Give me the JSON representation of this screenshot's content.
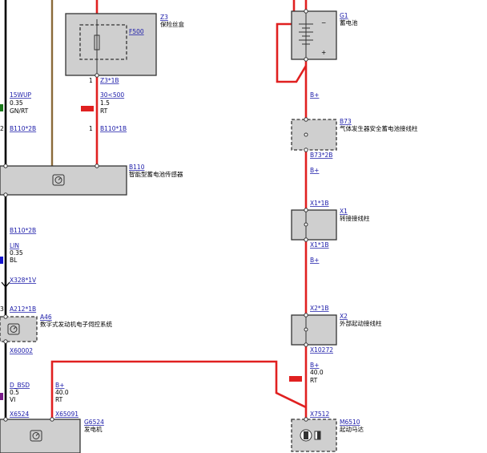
{
  "components": {
    "z3": {
      "id": "Z3",
      "name": "保险丝盒",
      "inner": "F500",
      "pin": "Z3*1B",
      "pin_no": "1"
    },
    "g1": {
      "id": "G1",
      "name": "蓄电池",
      "minus": "−",
      "plus": "+"
    },
    "b73": {
      "id": "B73",
      "name": "气体发生器安全蓄电池接线柱",
      "pin": "B73*2B"
    },
    "x1": {
      "id": "X1",
      "name": "转接接线柱",
      "pin_top": "X1*1B",
      "pin_bottom": "X1*1B"
    },
    "x2": {
      "id": "X2",
      "name": "外部起动接线柱",
      "pin_top": "X2*1B",
      "pin_bottom": "X10272"
    },
    "b110": {
      "id": "B110",
      "name": "智能型蓄电池传感器",
      "pin_a": "B110*2B",
      "pin_b": "B110*1B",
      "pin_a_bottom": "B110*2B",
      "pin_no_a": "2",
      "pin_no_b": "1"
    },
    "a46": {
      "id": "A46",
      "name": "数字式发动机电子伺控系统",
      "pin_top": "A212*1B",
      "pin_bottom": "X60002",
      "pin_no": "3"
    },
    "g6524": {
      "id": "G6524",
      "name": "发电机",
      "pin_a": "X6524",
      "pin_b": "X65091"
    },
    "m6510": {
      "id": "M6510",
      "name": "起动马达",
      "pin": "X7512"
    }
  },
  "wires": {
    "w_15wup": {
      "signal": "15WUP",
      "size": "0.35",
      "color": "GN/RT"
    },
    "w_30": {
      "signal": "30<500",
      "size": "1.5",
      "color": "RT"
    },
    "w_lin": {
      "signal": "LIN",
      "size": "0.35",
      "color": "BL"
    },
    "w_dbsd": {
      "signal": "D_BSD",
      "size": "0.5",
      "color": "VI"
    },
    "w_gen": {
      "signal": "B+",
      "size": "40.0",
      "color": "RT"
    },
    "w_start": {
      "signal": "B+",
      "size": "40.0",
      "color": "RT"
    },
    "b_plus": [
      "B+",
      "B+",
      "B+"
    ]
  },
  "connectors": {
    "x328": "X328*1V"
  },
  "colors": {
    "wire_red": "#e02020",
    "wire_black": "#000000",
    "wire_brown": "#8a6a3a",
    "wire_blue": "#1515d0",
    "wire_violet": "#7a1a8a",
    "component_fill": "#cfcfcf",
    "link": "#1a1aa8"
  }
}
